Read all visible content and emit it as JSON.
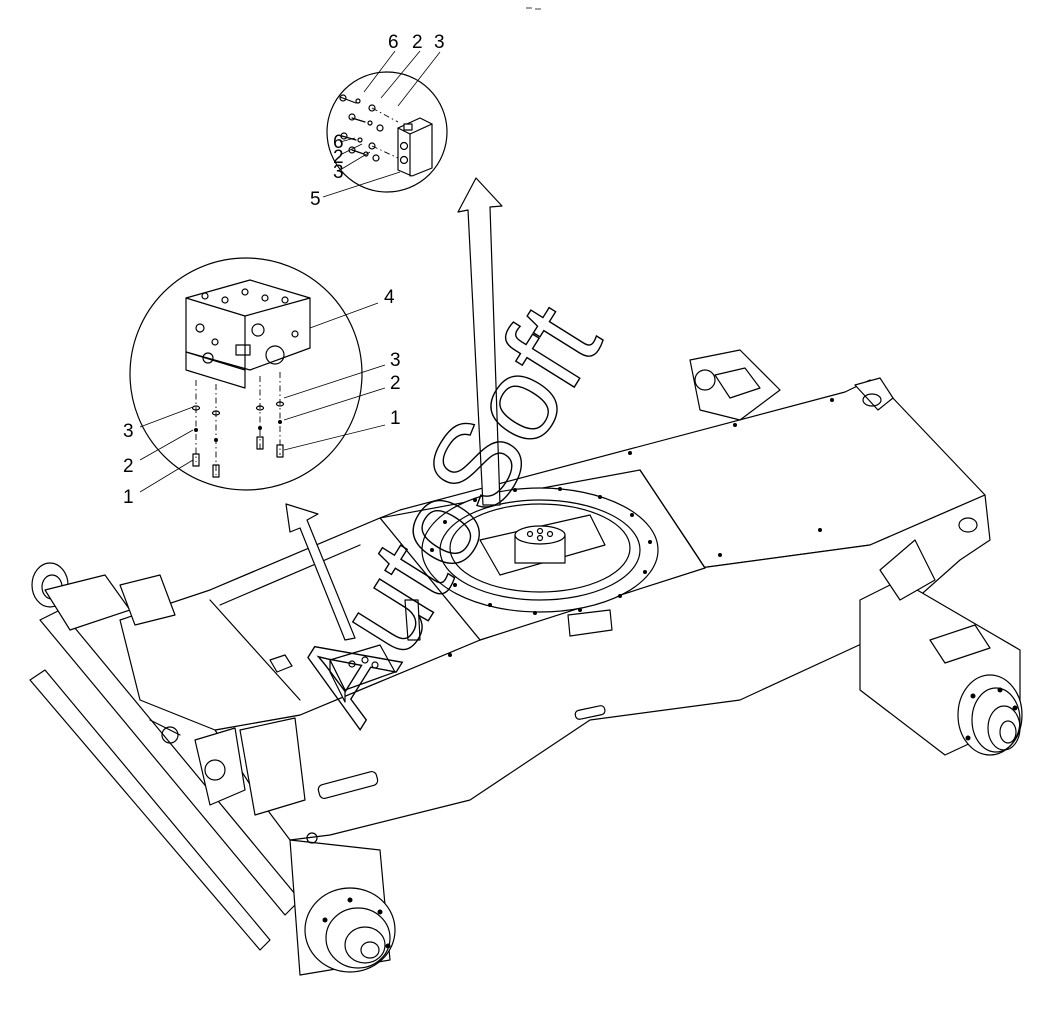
{
  "watermark": "AutoSoft",
  "detail_top": {
    "callouts": [
      "6",
      "2",
      "3",
      "6",
      "2",
      "3",
      "5"
    ]
  },
  "detail_left": {
    "callouts": [
      "4",
      "3",
      "2",
      "1",
      "3",
      "2",
      "1"
    ]
  }
}
